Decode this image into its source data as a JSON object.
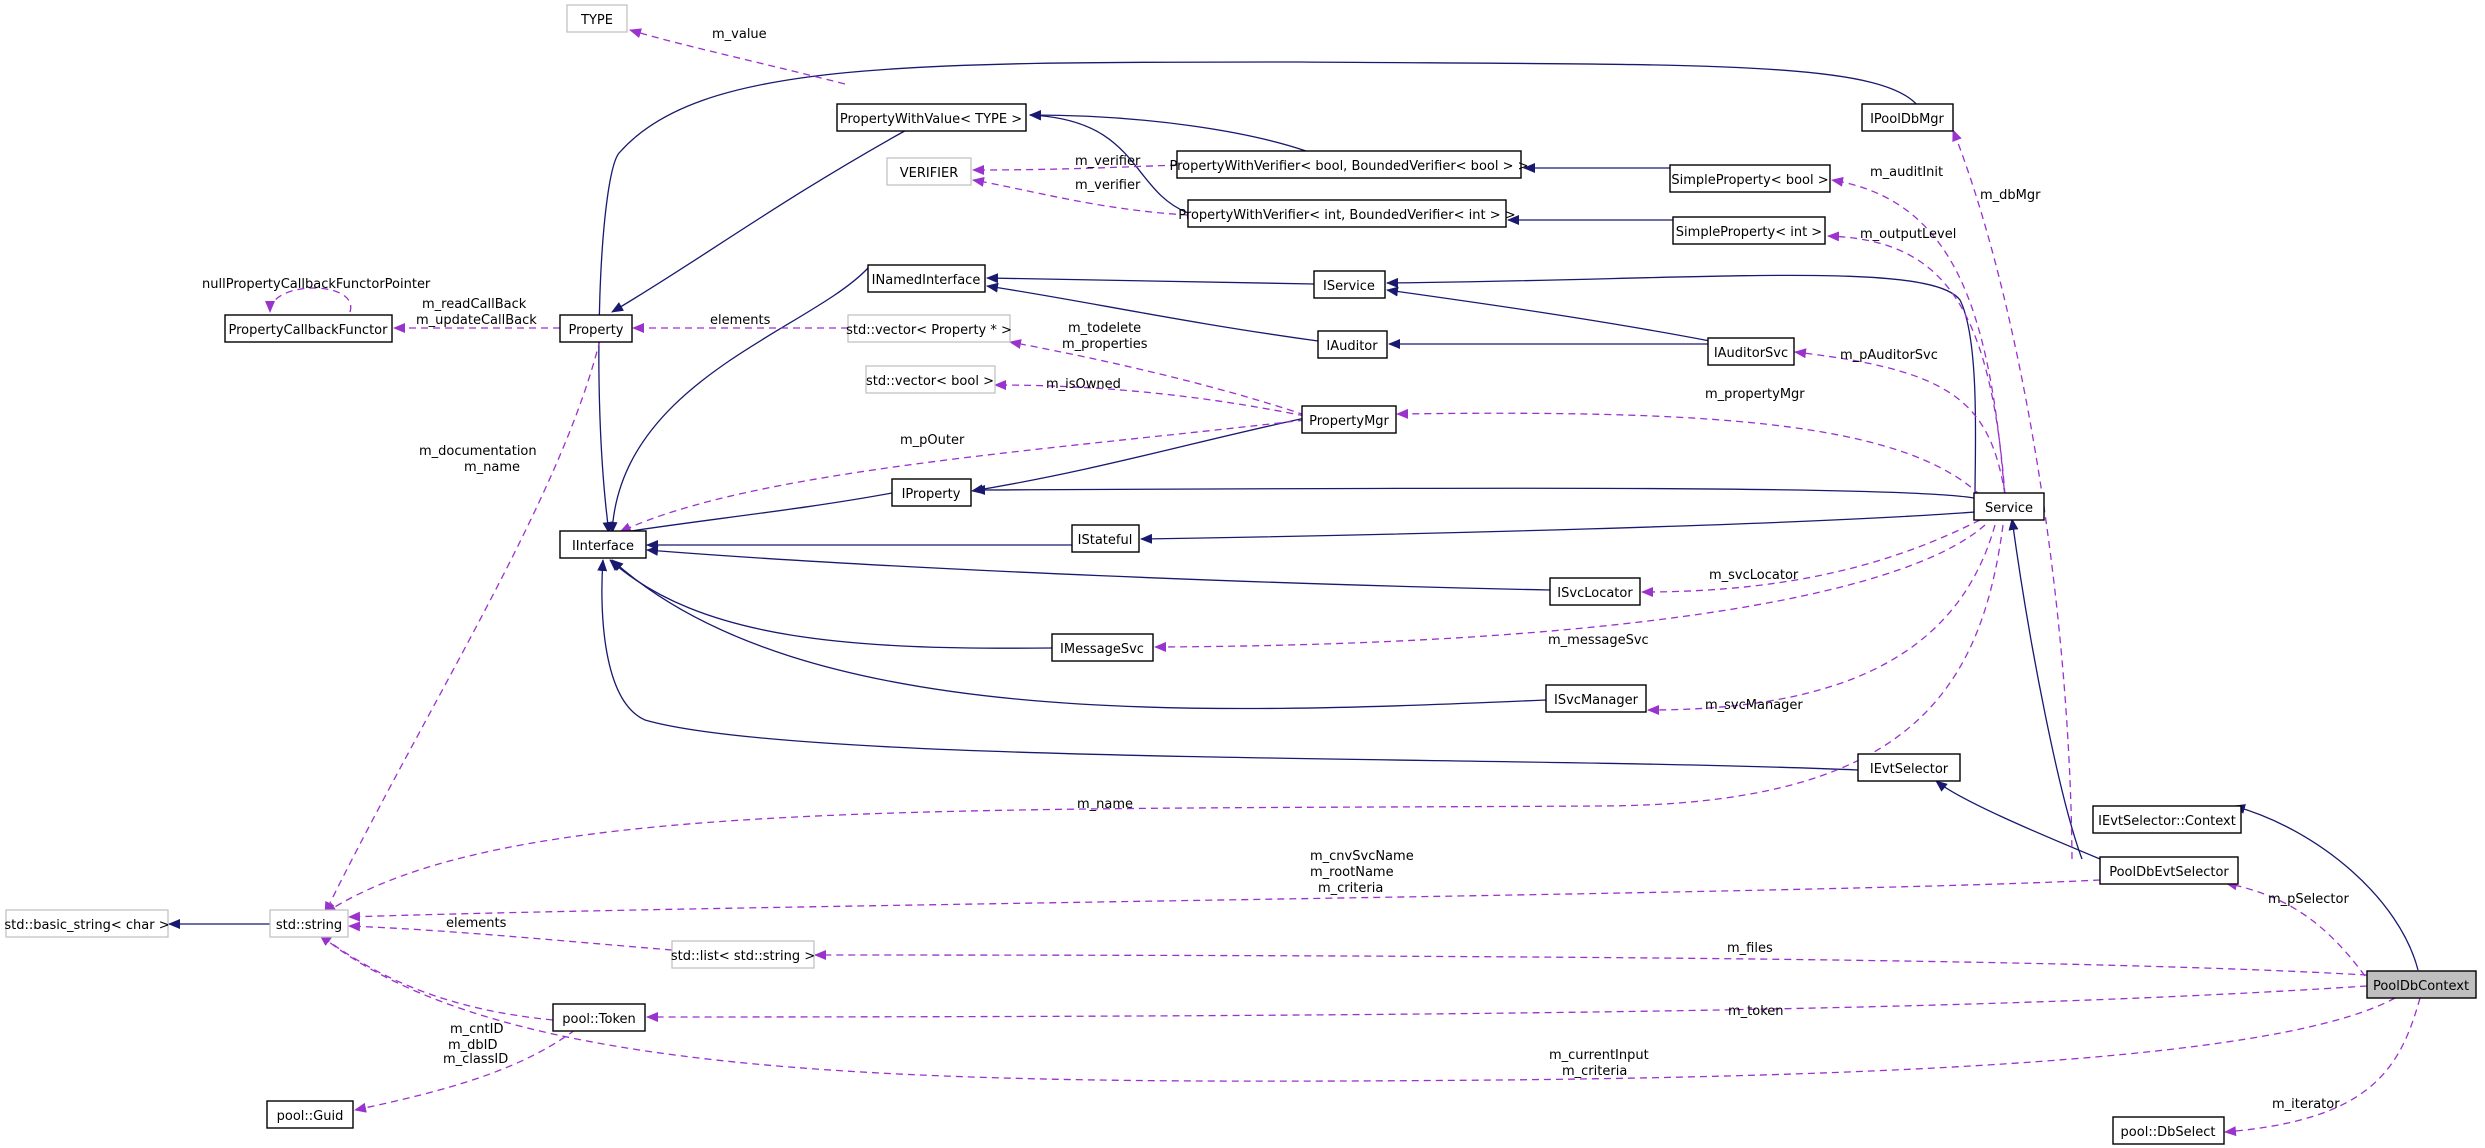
{
  "colors": {
    "inheritance": "#191970",
    "member": "#9a32cd",
    "focus_fill": "#bfbfbf",
    "ghost_stroke": "#bfbfbf"
  },
  "nodes": {
    "type": "TYPE",
    "prop_with_value": "PropertyWithValue< TYPE >",
    "ipooldbmgr": "IPoolDbMgr",
    "verifier": "VERIFIER",
    "pwv_bool": "PropertyWithVerifier< bool, BoundedVerifier< bool > >",
    "simple_bool": "SimpleProperty< bool >",
    "pwv_int": "PropertyWithVerifier< int, BoundedVerifier< int > >",
    "simple_int": "SimpleProperty< int >",
    "inamed": "INamedInterface",
    "iservice": "IService",
    "callback": "PropertyCallbackFunctor",
    "property": "Property",
    "vec_prop": "std::vector< Property * >",
    "iauditor": "IAuditor",
    "iauditorsvc": "IAuditorSvc",
    "vec_bool": "std::vector< bool >",
    "propmgr": "PropertyMgr",
    "iproperty": "IProperty",
    "service": "Service",
    "iinterface": "IInterface",
    "istateful": "IStateful",
    "isvclocator": "ISvcLocator",
    "imessagesvc": "IMessageSvc",
    "isvcmanager": "ISvcManager",
    "ievtselector": "IEvtSelector",
    "context": "IEvtSelector::Context",
    "pooldbevtsel": "PoolDbEvtSelector",
    "basic_string": "std::basic_string< char >",
    "stdstring": "std::string",
    "list": "std::list< std::string >",
    "pooldbcontext": "PoolDbContext",
    "token": "pool::Token",
    "guid": "pool::Guid",
    "dbselect": "pool::DbSelect"
  },
  "labels": {
    "m_value": "m_value",
    "m_verifier_1": "m_verifier",
    "m_verifier_2": "m_verifier",
    "m_auditInit": "m_auditInit",
    "m_dbMgr": "m_dbMgr",
    "m_outputLevel": "m_outputLevel",
    "null_cb": "nullPropertyCallbackFunctorPointer",
    "m_readCallBack": "m_readCallBack",
    "m_updateCallBack": "m_updateCallBack",
    "elements_1": "elements",
    "m_todelete": "m_todelete",
    "m_properties": "m_properties",
    "m_isOwned": "m_isOwned",
    "m_pAuditorSvc": "m_pAuditorSvc",
    "m_propertyMgr": "m_propertyMgr",
    "m_pOuter": "m_pOuter",
    "m_documentation": "m_documentation",
    "m_name_1": "m_name",
    "m_svcLocator": "m_svcLocator",
    "m_messageSvc": "m_messageSvc",
    "m_svcManager": "m_svcManager",
    "m_name_2": "m_name",
    "m_cnvSvcName": "m_cnvSvcName",
    "m_rootName": "m_rootName",
    "m_criteria_1": "m_criteria",
    "m_pSelector": "m_pSelector",
    "elements_2": "elements",
    "m_files": "m_files",
    "m_cntID": "m_cntID",
    "m_dbID": "m_dbID",
    "m_token": "m_token",
    "m_classID": "m_classID",
    "m_currentInput": "m_currentInput",
    "m_criteria_2": "m_criteria",
    "m_iterator": "m_iterator"
  }
}
